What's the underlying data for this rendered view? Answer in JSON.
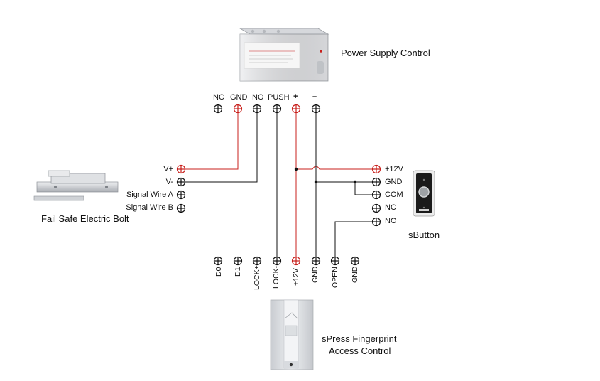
{
  "colors": {
    "red": "#c8201c",
    "black": "#111111"
  },
  "power_supply": {
    "title": "Power Supply Control",
    "box_caption": "POWER SUPPLY CONTROL",
    "terminals": [
      "NC",
      "GND",
      "NO",
      "PUSH",
      "+",
      "–"
    ]
  },
  "bolt": {
    "title": "Fail Safe Electric Bolt",
    "terminals": [
      "V+",
      "V-",
      "Signal Wire A",
      "Signal Wire B"
    ]
  },
  "button": {
    "title": "sButton",
    "terminals": [
      "+12V",
      "GND",
      "COM",
      "NC",
      "NO"
    ]
  },
  "access": {
    "title_line1": "sPress Fingerprint",
    "title_line2": "Access Control",
    "terminals": [
      "D0",
      "D1",
      "LOCK+",
      "LOCK-",
      "+12V",
      "GND",
      "OPEN",
      "GND"
    ]
  }
}
